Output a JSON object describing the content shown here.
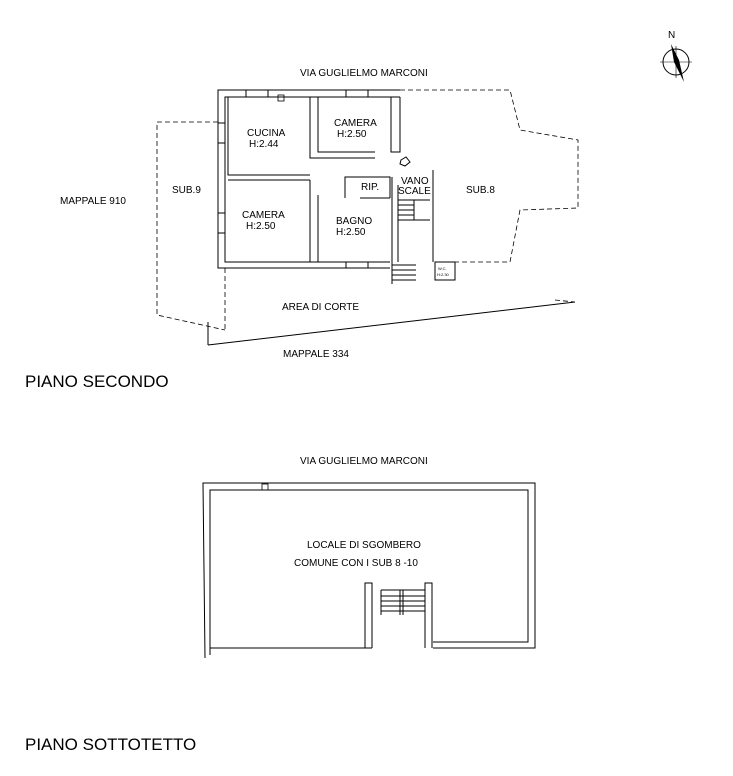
{
  "compass": {
    "label": "N"
  },
  "piano_secondo": {
    "title": "PIANO SECONDO",
    "street": "VIA GUGLIELMO MARCONI",
    "left_parcel": "MAPPALE 910",
    "bottom_parcel": "MAPPALE 334",
    "courtyard": "AREA DI CORTE",
    "sub_left": "SUB.9",
    "sub_right": "SUB.8",
    "rooms": [
      {
        "name": "CUCINA",
        "height": "H:2.44"
      },
      {
        "name": "CAMERA",
        "height": "H:2.50"
      },
      {
        "name": "CAMERA",
        "height": "H:2.50"
      },
      {
        "name": "BAGNO",
        "height": "H:2.50"
      },
      {
        "name": "RIP.",
        "height": ""
      },
      {
        "name": "VANO",
        "height": "SCALE"
      },
      {
        "name": "W.C.",
        "height": "H:2.30"
      }
    ]
  },
  "piano_sottotetto": {
    "title": "PIANO SOTTOTETTO",
    "street": "VIA GUGLIELMO MARCONI",
    "room_line1": "LOCALE DI SGOMBERO",
    "room_line2": "COMUNE CON I SUB 8 -10"
  }
}
